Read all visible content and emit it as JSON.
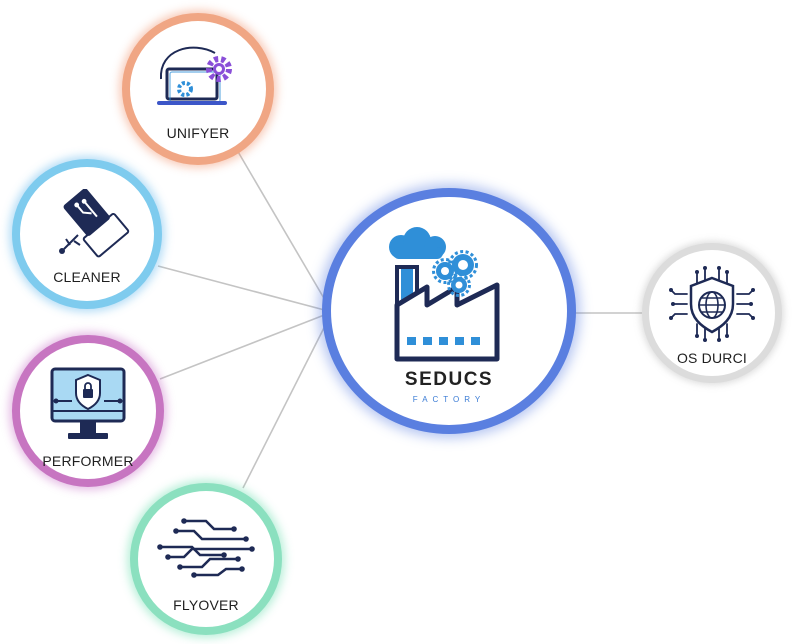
{
  "center": {
    "name": "SEDUCS",
    "subtitle": "FACTORY"
  },
  "nodes": {
    "unifyer": {
      "label": "UNIFYER",
      "icon": "laptop-gear-icon",
      "ring_color": "#f0a684"
    },
    "cleaner": {
      "label": "CLEANER",
      "icon": "usb-drive-icon",
      "ring_color": "#7ecbee"
    },
    "performer": {
      "label": "PERFORMER",
      "icon": "monitor-lock-icon",
      "ring_color": "#c775c1"
    },
    "flyover": {
      "label": "FLYOVER",
      "icon": "circuit-lines-icon",
      "ring_color": "#8be0bf"
    },
    "osdurci": {
      "label": "OS DURCI",
      "icon": "chip-globe-shield-icon",
      "ring_color": "#dcdcdc"
    }
  },
  "colors": {
    "center_ring": "#5a7fe0",
    "icon_navy": "#1e2a55",
    "icon_blue": "#2f8fd8",
    "connector": "#c4c4c4"
  }
}
